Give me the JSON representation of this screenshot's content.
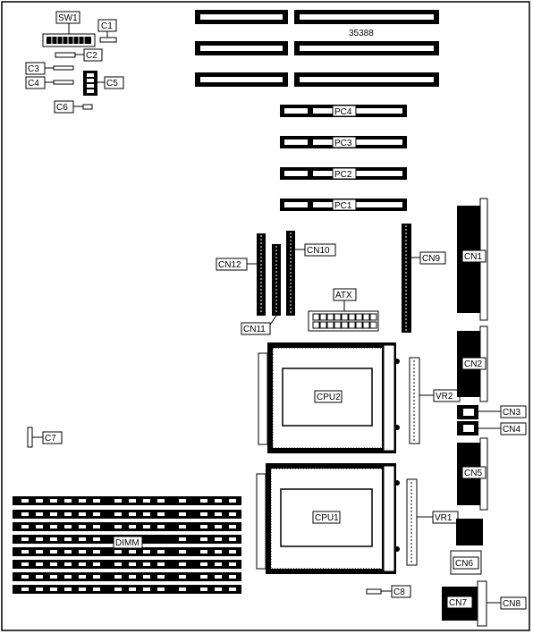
{
  "diagram": {
    "id_number": "35388",
    "labels": {
      "sw1": "SW1",
      "c1": "C1",
      "c2": "C2",
      "c3": "C3",
      "c4": "C4",
      "c5": "C5",
      "c6": "C6",
      "c7": "C7",
      "c8": "C8",
      "pc1": "PC1",
      "pc2": "PC2",
      "pc3": "PC3",
      "pc4": "PC4",
      "cn1": "CN1",
      "cn2": "CN2",
      "cn3": "CN3",
      "cn4": "CN4",
      "cn5": "CN5",
      "cn6": "CN6",
      "cn7": "CN7",
      "cn8": "CN8",
      "cn9": "CN9",
      "cn10": "CN10",
      "cn11": "CN11",
      "cn12": "CN12",
      "atx": "ATX",
      "cpu1": "CPU1",
      "cpu2": "CPU2",
      "vr1": "VR1",
      "vr2": "VR2",
      "dimm": "DIMM"
    }
  }
}
